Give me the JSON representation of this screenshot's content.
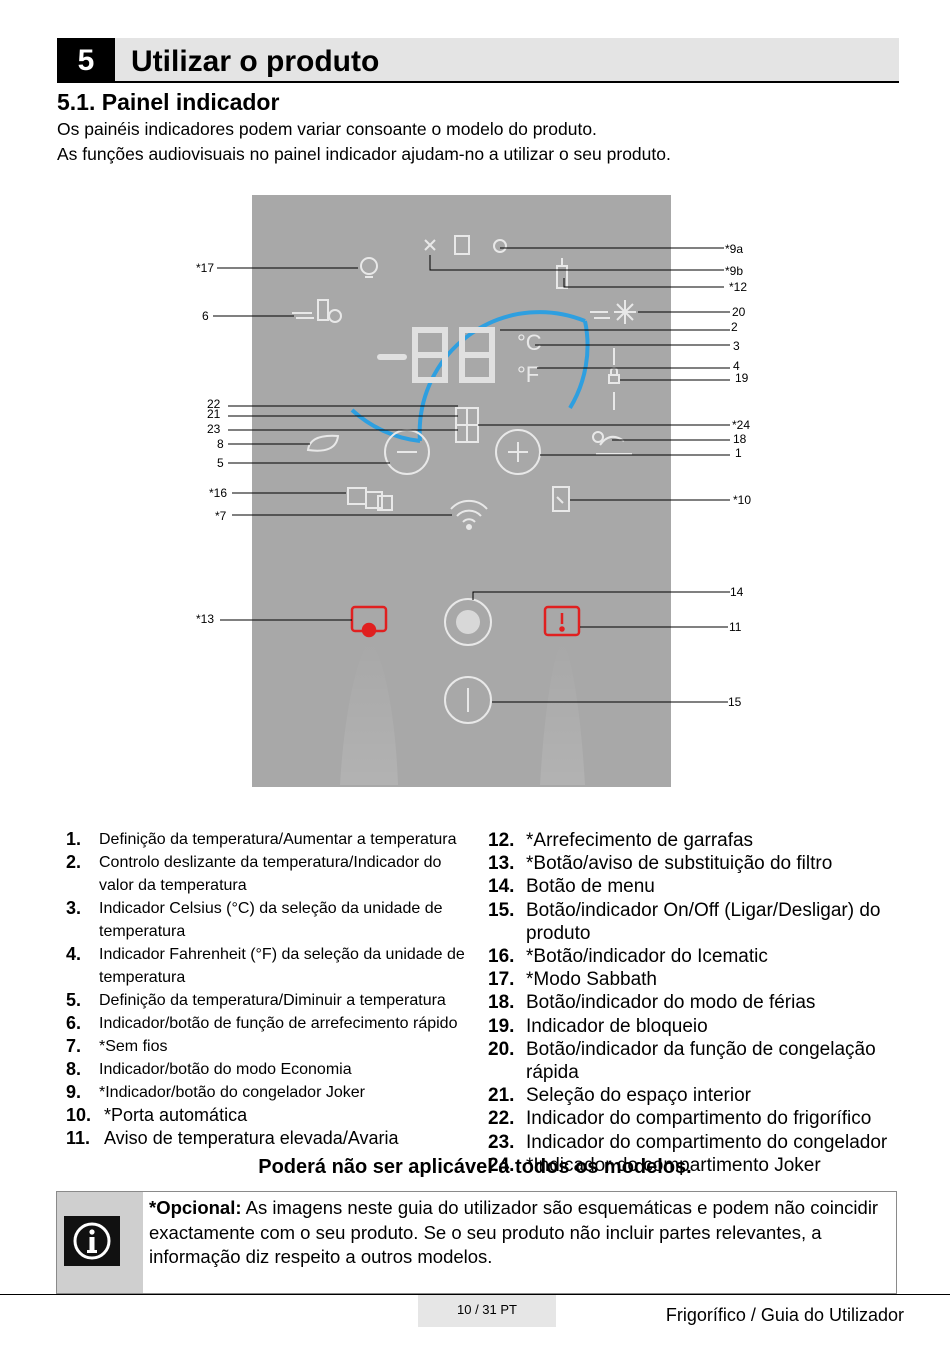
{
  "section": {
    "number": "5",
    "title": "Utilizar o produto"
  },
  "subsection": {
    "title": "5.1.  Painel indicador"
  },
  "intro": [
    "Os painéis indicadores podem variar consoante o modelo do produto.",
    "As funções audiovisuais no painel indicador ajudam-no a utilizar o seu produto."
  ],
  "panel": {
    "display_digits": "-88",
    "unit_c": "°C",
    "unit_f": "°F",
    "callouts_left": [
      "*17",
      "6",
      "22",
      "21",
      "23",
      "8",
      "5",
      "*16",
      "*7",
      "*13"
    ],
    "callouts_right": [
      "*9a",
      "*9b",
      "*12",
      "20",
      "2",
      "3",
      "4",
      "19",
      "*24",
      "18",
      "1",
      "*10",
      "14",
      "11",
      "15"
    ]
  },
  "legend_left": [
    {
      "num": "1.",
      "text": "Definição da temperatura/Aumentar a temperatura"
    },
    {
      "num": "2.",
      "text": "Controlo deslizante da temperatura/Indicador do valor da temperatura"
    },
    {
      "num": "3.",
      "text": "Indicador Celsius (°C) da seleção da unidade de temperatura"
    },
    {
      "num": "4.",
      "text": "Indicador Fahrenheit (°F) da seleção da unidade de temperatura"
    },
    {
      "num": "5.",
      "text": "Definição da temperatura/Diminuir a temperatura"
    },
    {
      "num": "6.",
      "text": "Indicador/botão de função de arrefecimento rápido"
    },
    {
      "num": "7.",
      "text": "*Sem fios"
    },
    {
      "num": "8.",
      "text": "Indicador/botão do modo Economia"
    },
    {
      "num": "9.",
      "text": "*Indicador/botão do congelador Joker"
    },
    {
      "num": "10.",
      "text": "*Porta automática"
    },
    {
      "num": "11.",
      "text": "Aviso de temperatura elevada/Avaria"
    }
  ],
  "legend_right": [
    {
      "num": "12.",
      "text": "*Arrefecimento de garrafas"
    },
    {
      "num": "13.",
      "text": "*Botão/aviso de substituição do filtro"
    },
    {
      "num": "14.",
      "text": "Botão de menu"
    },
    {
      "num": "15.",
      "text": "Botão/indicador On/Off (Ligar/Desligar) do produto"
    },
    {
      "num": "16.",
      "text": "*Botão/indicador do Icematic"
    },
    {
      "num": "17.",
      "text": "*Modo Sabbath"
    },
    {
      "num": "18.",
      "text": "Botão/indicador do modo de férias"
    },
    {
      "num": "19.",
      "text": "Indicador de bloqueio"
    },
    {
      "num": "20.",
      "text": "Botão/indicador da função de congelação rápida"
    },
    {
      "num": "21.",
      "text": "Seleção do espaço interior"
    },
    {
      "num": "22.",
      "text": "Indicador do compartimento do frigorífico"
    },
    {
      "num": "23.",
      "text": "Indicador do compartimento do congelador"
    },
    {
      "num": "24.",
      "text": "*Indicador do compartimento Joker"
    }
  ],
  "applicability_note": "Poderá não ser aplicável a todos os modelos.",
  "info": {
    "icon": "info-icon",
    "label": "*Opcional:",
    "text": " As imagens neste guia do utilizador são esquemáticas e podem não coincidir exactamente com o seu produto. Se o seu produto não incluir partes relevantes, a informação diz respeito a outros modelos."
  },
  "footer": {
    "page": "10 / 31  PT",
    "title": "Frigorífico / Guia do Utilizador"
  }
}
